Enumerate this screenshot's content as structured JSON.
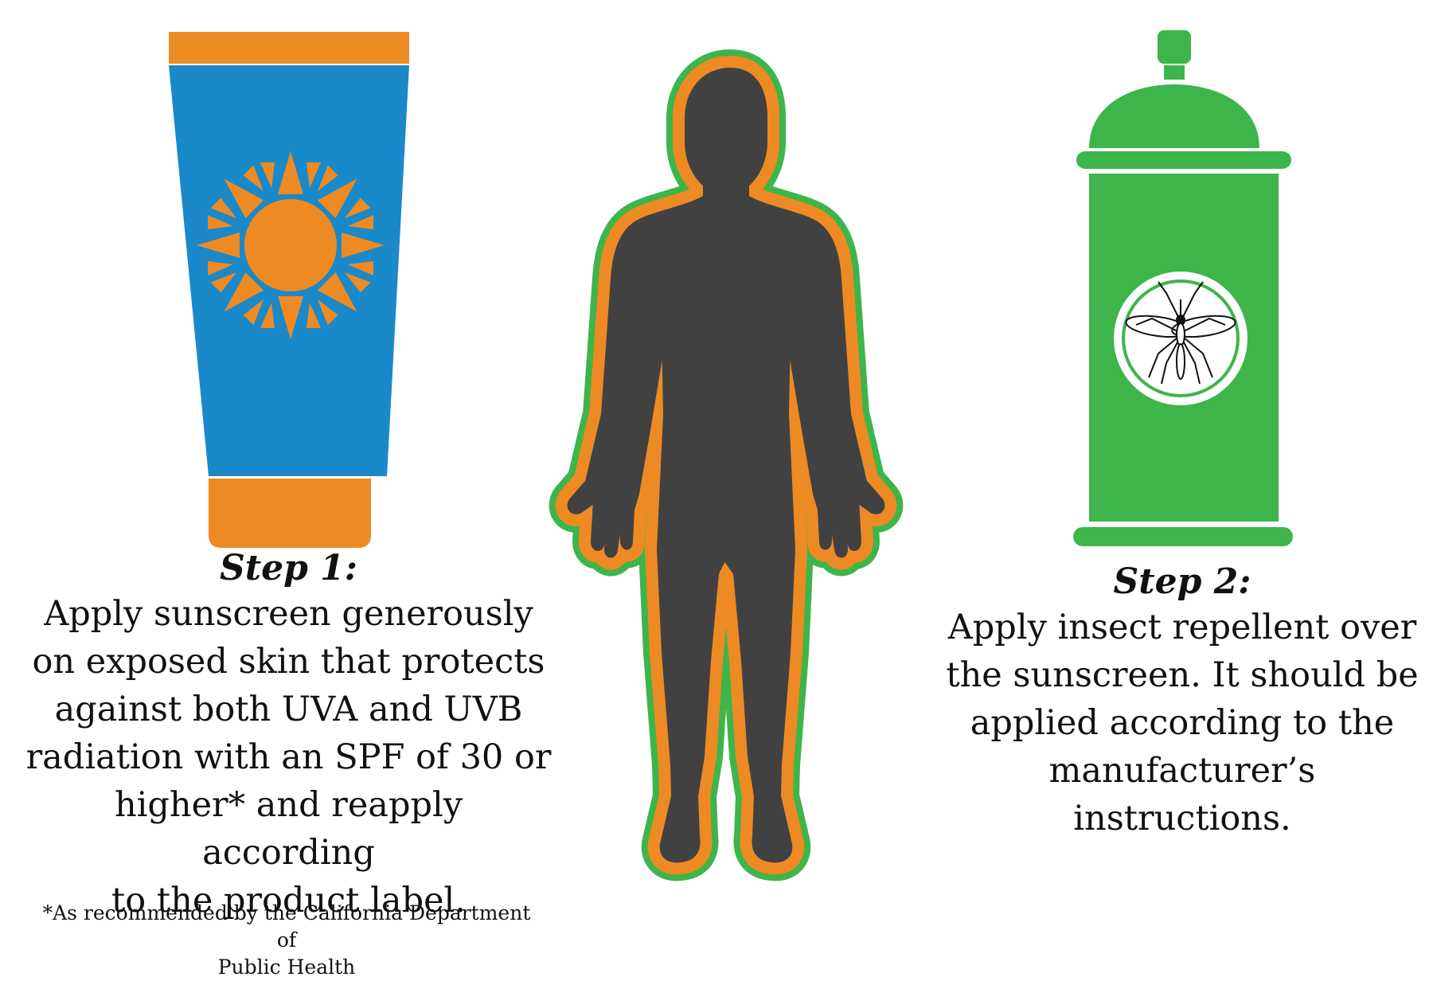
{
  "step1": {
    "title": "Step 1:",
    "lines": [
      "Apply sunscreen generously",
      "on exposed skin that protects",
      "against both UVA and UVB",
      "radiation with an SPF of 30 or",
      "higher* and reapply according",
      "to the product label."
    ]
  },
  "step2": {
    "title": "Step 2:",
    "lines": [
      "Apply insect repellent over",
      "the sunscreen. It should be",
      "applied according to the",
      "manufacturer’s instructions."
    ]
  },
  "footnote": {
    "lines": [
      "*As recommended by the California Department of",
      "Public Health"
    ]
  },
  "icons": {
    "sunscreen": "sunscreen-tube-icon",
    "sun": "sun-icon",
    "person": "person-silhouette-icon",
    "spray": "spray-can-icon",
    "mosquito": "mosquito-icon"
  },
  "colors": {
    "orange": "#EE8A24",
    "blue": "#1A89C9",
    "green": "#3DB54A",
    "dark_gray": "#414142",
    "white": "#FFFFFF"
  }
}
